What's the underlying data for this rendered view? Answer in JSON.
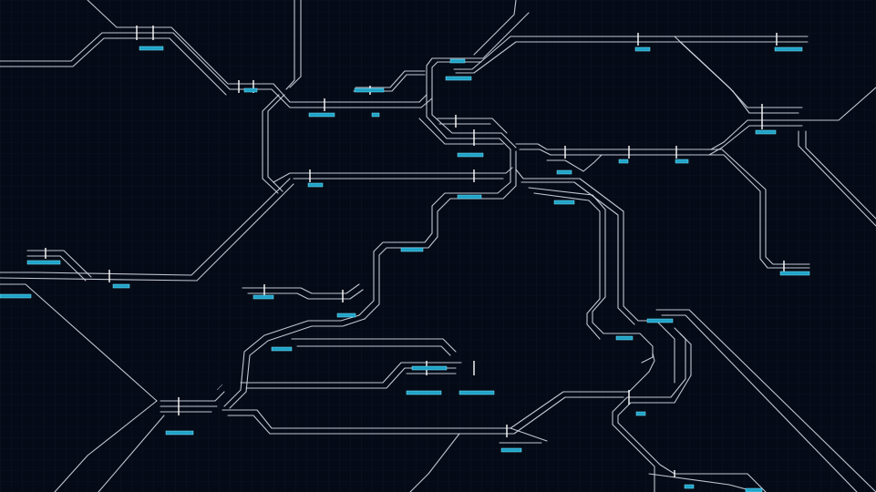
{
  "colors": {
    "background": "#050b16",
    "grid": "#0c1a2c",
    "track": "#d4dbe6",
    "station_fill": "#1ea3c8",
    "station_border": "#7fe6ff"
  },
  "stations": [
    {
      "id": "s1",
      "label": ""
    },
    {
      "id": "s2",
      "label": ""
    },
    {
      "id": "s3",
      "label": ""
    },
    {
      "id": "s4",
      "label": ""
    },
    {
      "id": "s5",
      "label": ""
    },
    {
      "id": "s6",
      "label": ""
    },
    {
      "id": "s7",
      "label": ""
    },
    {
      "id": "s8",
      "label": ""
    },
    {
      "id": "s9",
      "label": ""
    },
    {
      "id": "s10",
      "label": ""
    },
    {
      "id": "s11",
      "label": ""
    },
    {
      "id": "s12",
      "label": ""
    },
    {
      "id": "s13",
      "label": ""
    },
    {
      "id": "s14",
      "label": ""
    },
    {
      "id": "s15",
      "label": ""
    },
    {
      "id": "s16",
      "label": ""
    },
    {
      "id": "s17",
      "label": ""
    },
    {
      "id": "s18",
      "label": ""
    },
    {
      "id": "s19",
      "label": ""
    },
    {
      "id": "s20",
      "label": ""
    },
    {
      "id": "s21",
      "label": ""
    },
    {
      "id": "s22",
      "label": ""
    },
    {
      "id": "s23",
      "label": ""
    },
    {
      "id": "s24",
      "label": ""
    },
    {
      "id": "s25",
      "label": ""
    },
    {
      "id": "s26",
      "label": ""
    },
    {
      "id": "s27",
      "label": ""
    },
    {
      "id": "s28",
      "label": ""
    },
    {
      "id": "s29",
      "label": ""
    },
    {
      "id": "s30",
      "label": ""
    },
    {
      "id": "s31",
      "label": ""
    },
    {
      "id": "s32",
      "label": ""
    },
    {
      "id": "s33",
      "label": ""
    },
    {
      "id": "s34",
      "label": ""
    },
    {
      "id": "s35",
      "label": ""
    },
    {
      "id": "s36",
      "label": ""
    },
    {
      "id": "s37",
      "label": ""
    },
    {
      "id": "s38",
      "label": ""
    },
    {
      "id": "s39",
      "label": ""
    },
    {
      "id": "s40",
      "label": ""
    }
  ]
}
